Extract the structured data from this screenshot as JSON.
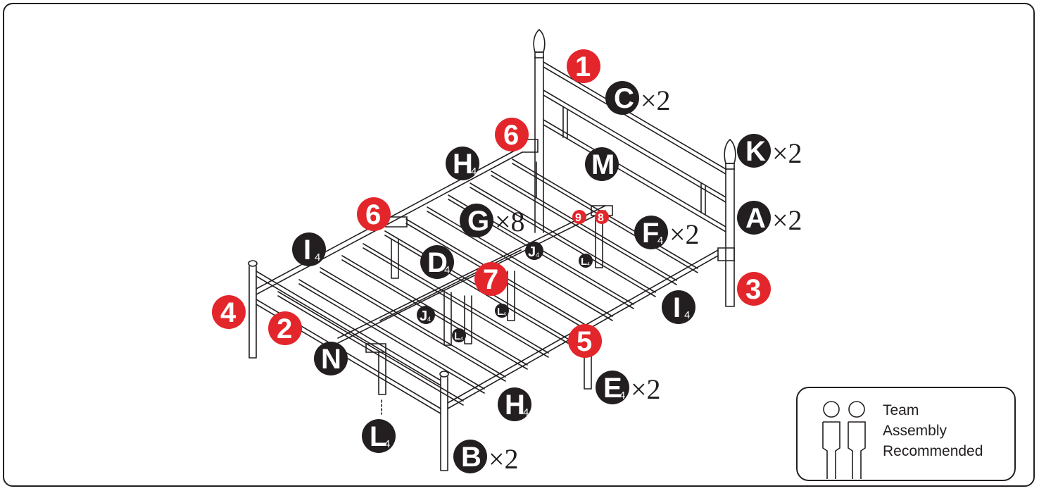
{
  "colors": {
    "accent_red": "#e3262b",
    "ink": "#231f20",
    "paper": "#ffffff"
  },
  "parts": {
    "C": {
      "letter": "C",
      "sub": "",
      "qty": "×2"
    },
    "K": {
      "letter": "K",
      "sub": "",
      "qty": "×2"
    },
    "A": {
      "letter": "A",
      "sub": "",
      "qty": "×2"
    },
    "M": {
      "letter": "M",
      "sub": "",
      "qty": ""
    },
    "H_top": {
      "letter": "H",
      "sub": "4",
      "qty": ""
    },
    "G": {
      "letter": "G",
      "sub": "",
      "qty": "×8"
    },
    "F": {
      "letter": "F",
      "sub": "4",
      "qty": "×2"
    },
    "I_left": {
      "letter": "I",
      "sub": "4",
      "qty": ""
    },
    "D": {
      "letter": "D",
      "sub": "4",
      "qty": ""
    },
    "J_upper": {
      "letter": "J",
      "sub": "4",
      "qty": ""
    },
    "L_upper": {
      "letter": "L",
      "sub": "4",
      "qty": ""
    },
    "J_lower": {
      "letter": "J",
      "sub": "4",
      "qty": ""
    },
    "L_lower": {
      "letter": "L",
      "sub": "4",
      "qty": ""
    },
    "L_mid": {
      "letter": "L",
      "sub": "4",
      "qty": ""
    },
    "I_right": {
      "letter": "I",
      "sub": "4",
      "qty": ""
    },
    "N": {
      "letter": "N",
      "sub": "",
      "qty": ""
    },
    "H_bottom": {
      "letter": "H",
      "sub": "4",
      "qty": ""
    },
    "E": {
      "letter": "E",
      "sub": "4",
      "qty": "×2"
    },
    "L_bottom": {
      "letter": "L",
      "sub": "4",
      "qty": ""
    },
    "B": {
      "letter": "B",
      "sub": "",
      "qty": "×2"
    }
  },
  "steps": [
    "1",
    "2",
    "3",
    "4",
    "5",
    "6",
    "6",
    "7",
    "8",
    "9"
  ],
  "team_note": {
    "line1": "Team",
    "line2": "Assembly",
    "line3": "Recommended"
  }
}
